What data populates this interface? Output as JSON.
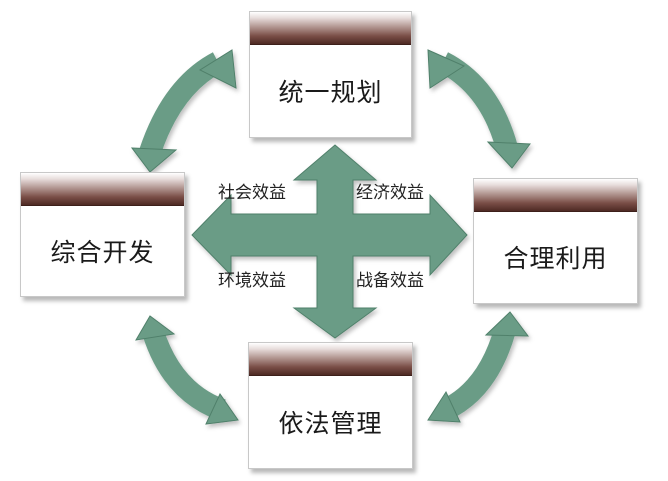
{
  "boxes": {
    "top": "统一规划",
    "left": "综合开发",
    "right": "合理利用",
    "bottom": "依法管理"
  },
  "benefits": {
    "top_left": "社会效益",
    "top_right": "经济效益",
    "bottom_left": "环境效益",
    "bottom_right": "战备效益"
  },
  "colors": {
    "arrow": "#6b9c86",
    "arrow_edge": "#50806b",
    "header_dark": "#4e2a24"
  }
}
